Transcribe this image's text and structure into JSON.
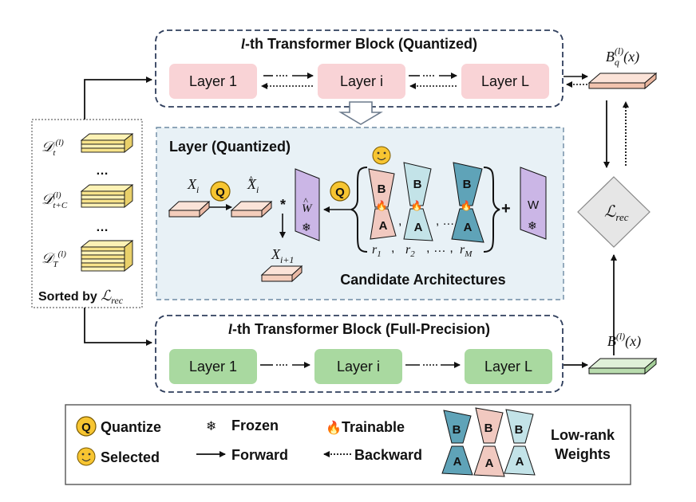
{
  "quant_block": {
    "title": "l-th Transformer Block (Quantized)",
    "layers": [
      "Layer 1",
      "Layer i",
      "Layer L"
    ],
    "output_label": "B_q^(l)(x)"
  },
  "fp_block": {
    "title": "l-th Transformer Block (Full-Precision)",
    "layers": [
      "Layer 1",
      "Layer i",
      "Layer L"
    ],
    "output_label": "B^(l)(x)"
  },
  "datasets": {
    "items": [
      "D_t^(l)",
      "D_{t+C}^(l)",
      "D_T^(l)"
    ],
    "ellipsis": "…",
    "caption": "Sorted by L_rec"
  },
  "layer_panel": {
    "title": "Layer (Quantized)",
    "input_label": "X_i",
    "quant_output_label": "X̂_i",
    "next_label": "X_{i+1}",
    "multiply": "*",
    "plus": "+",
    "weight_frozen_label": "W",
    "weight_quant_label": "Ŵ",
    "ranks": [
      "r_1",
      "r_2",
      "…",
      "r_M"
    ],
    "candidates_caption": "Candidate Architectures",
    "lora_letters": [
      "B",
      "A"
    ]
  },
  "loss": {
    "label": "L_rec"
  },
  "legend": {
    "quantize": "Quantize",
    "selected": "Selected",
    "frozen": "Frozen",
    "forward": "Forward",
    "trainable": "Trainable",
    "backward": "Backward",
    "low_rank_title_1": "Low-rank",
    "low_rank_title_2": "Weights",
    "q_symbol": "Q"
  },
  "colors": {
    "quant_layer": "#f9d3d6",
    "fp_layer": "#a9d9a0",
    "panel_bg": "#e8f1f6",
    "dataset": "#fdf2b5",
    "lora_pink": "#f1c9c0",
    "lora_blue": "#c3e3e8",
    "lora_teal": "#5fa3b8",
    "frozen_purple": "#cbb6e6",
    "quantize_yellow": "#f7c531"
  }
}
